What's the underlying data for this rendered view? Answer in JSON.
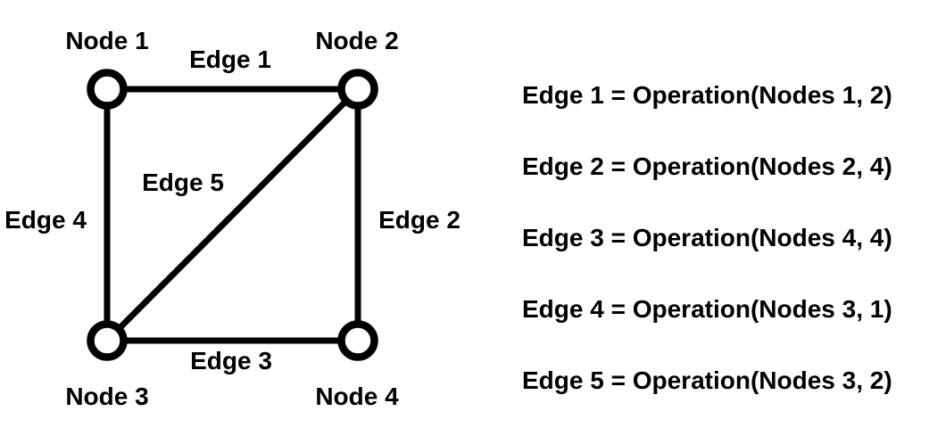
{
  "colors": {
    "background": "#ffffff",
    "ink": "#000000"
  },
  "diagram": {
    "nodes": [
      {
        "id": 1,
        "label": "Node 1"
      },
      {
        "id": 2,
        "label": "Node 2"
      },
      {
        "id": 3,
        "label": "Node 3"
      },
      {
        "id": 4,
        "label": "Node 4"
      }
    ],
    "edges": [
      {
        "id": 1,
        "label": "Edge 1",
        "between": [
          1,
          2
        ]
      },
      {
        "id": 2,
        "label": "Edge 2",
        "between": [
          2,
          4
        ]
      },
      {
        "id": 3,
        "label": "Edge 3",
        "between": [
          3,
          4
        ]
      },
      {
        "id": 4,
        "label": "Edge 4",
        "between": [
          1,
          3
        ]
      },
      {
        "id": 5,
        "label": "Edge 5",
        "between": [
          3,
          2
        ]
      }
    ]
  },
  "legend": {
    "lines": [
      "Edge 1 = Operation(Nodes 1, 2)",
      "Edge 2 = Operation(Nodes 2, 4)",
      "Edge 3 = Operation(Nodes 4, 4)",
      "Edge 4 = Operation(Nodes 3, 1)",
      "Edge 5 = Operation(Nodes 3, 2)"
    ]
  }
}
